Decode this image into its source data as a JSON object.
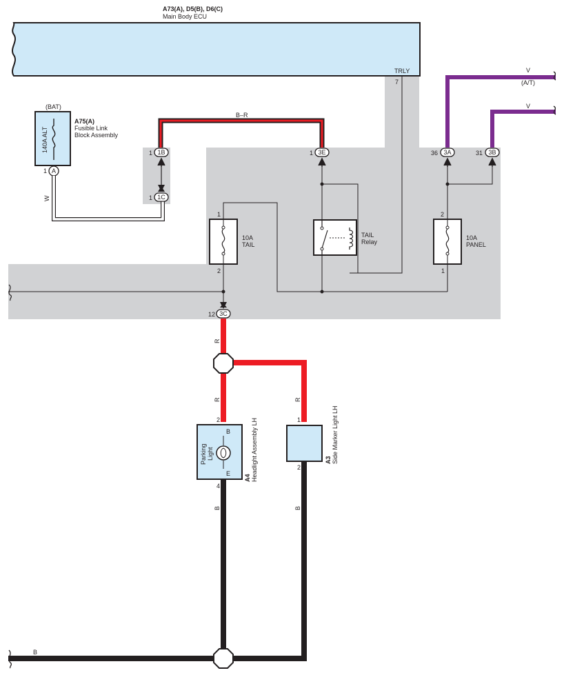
{
  "ecu": {
    "code": "A73(A), D5(B), D6(C)",
    "name": "Main Body ECU",
    "trly_label": "TRLY",
    "trly_pin": "7"
  },
  "fusible_link": {
    "code": "A75(A)",
    "name_line1": "Fusible Link",
    "name_line2": "Block Assembly",
    "supply": "(BAT)",
    "rating": "140A ALT",
    "pin": "1",
    "connector": "A"
  },
  "connectors": {
    "c1b": {
      "id": "1B",
      "pin": "1"
    },
    "c1c": {
      "id": "1C",
      "pin": "1"
    },
    "c3e": {
      "id": "3E",
      "pin": "1"
    },
    "c3a": {
      "id": "3A",
      "pin": "36"
    },
    "c3b": {
      "id": "3B",
      "pin": "31"
    },
    "c3c": {
      "id": "3C",
      "pin": "12"
    }
  },
  "fuses": {
    "tail": {
      "rating": "10A",
      "name": "TAIL",
      "pin_top": "1",
      "pin_bottom": "2"
    },
    "panel": {
      "rating": "10A",
      "name": "PANEL",
      "pin_top": "2",
      "pin_bottom": "1"
    }
  },
  "relay": {
    "name_line1": "TAIL",
    "name_line2": "Relay"
  },
  "wires": {
    "br": "B–R",
    "w": "W",
    "v1": "V",
    "v1_note": "(A/T)",
    "v2": "V",
    "r1": "R",
    "r2": "R",
    "r3": "R",
    "b1": "B",
    "b2": "B",
    "b_ground": "B"
  },
  "headlight": {
    "code": "A4",
    "name": "Headlight Assembly LH",
    "bulb_line1": "Parking",
    "bulb_line2": "Light",
    "term_b": "B",
    "term_e": "E",
    "pin_in": "2",
    "pin_out": "4"
  },
  "side_marker": {
    "code": "A3",
    "name": "Side Marker Light LH",
    "pin_in": "1",
    "pin_out": "2"
  },
  "colors": {
    "ecu_fill": "#cfe9f8",
    "gray_area": "#d1d2d4",
    "red": "#ed1c24",
    "purple": "#7b2c8f",
    "black": "#231f20"
  }
}
